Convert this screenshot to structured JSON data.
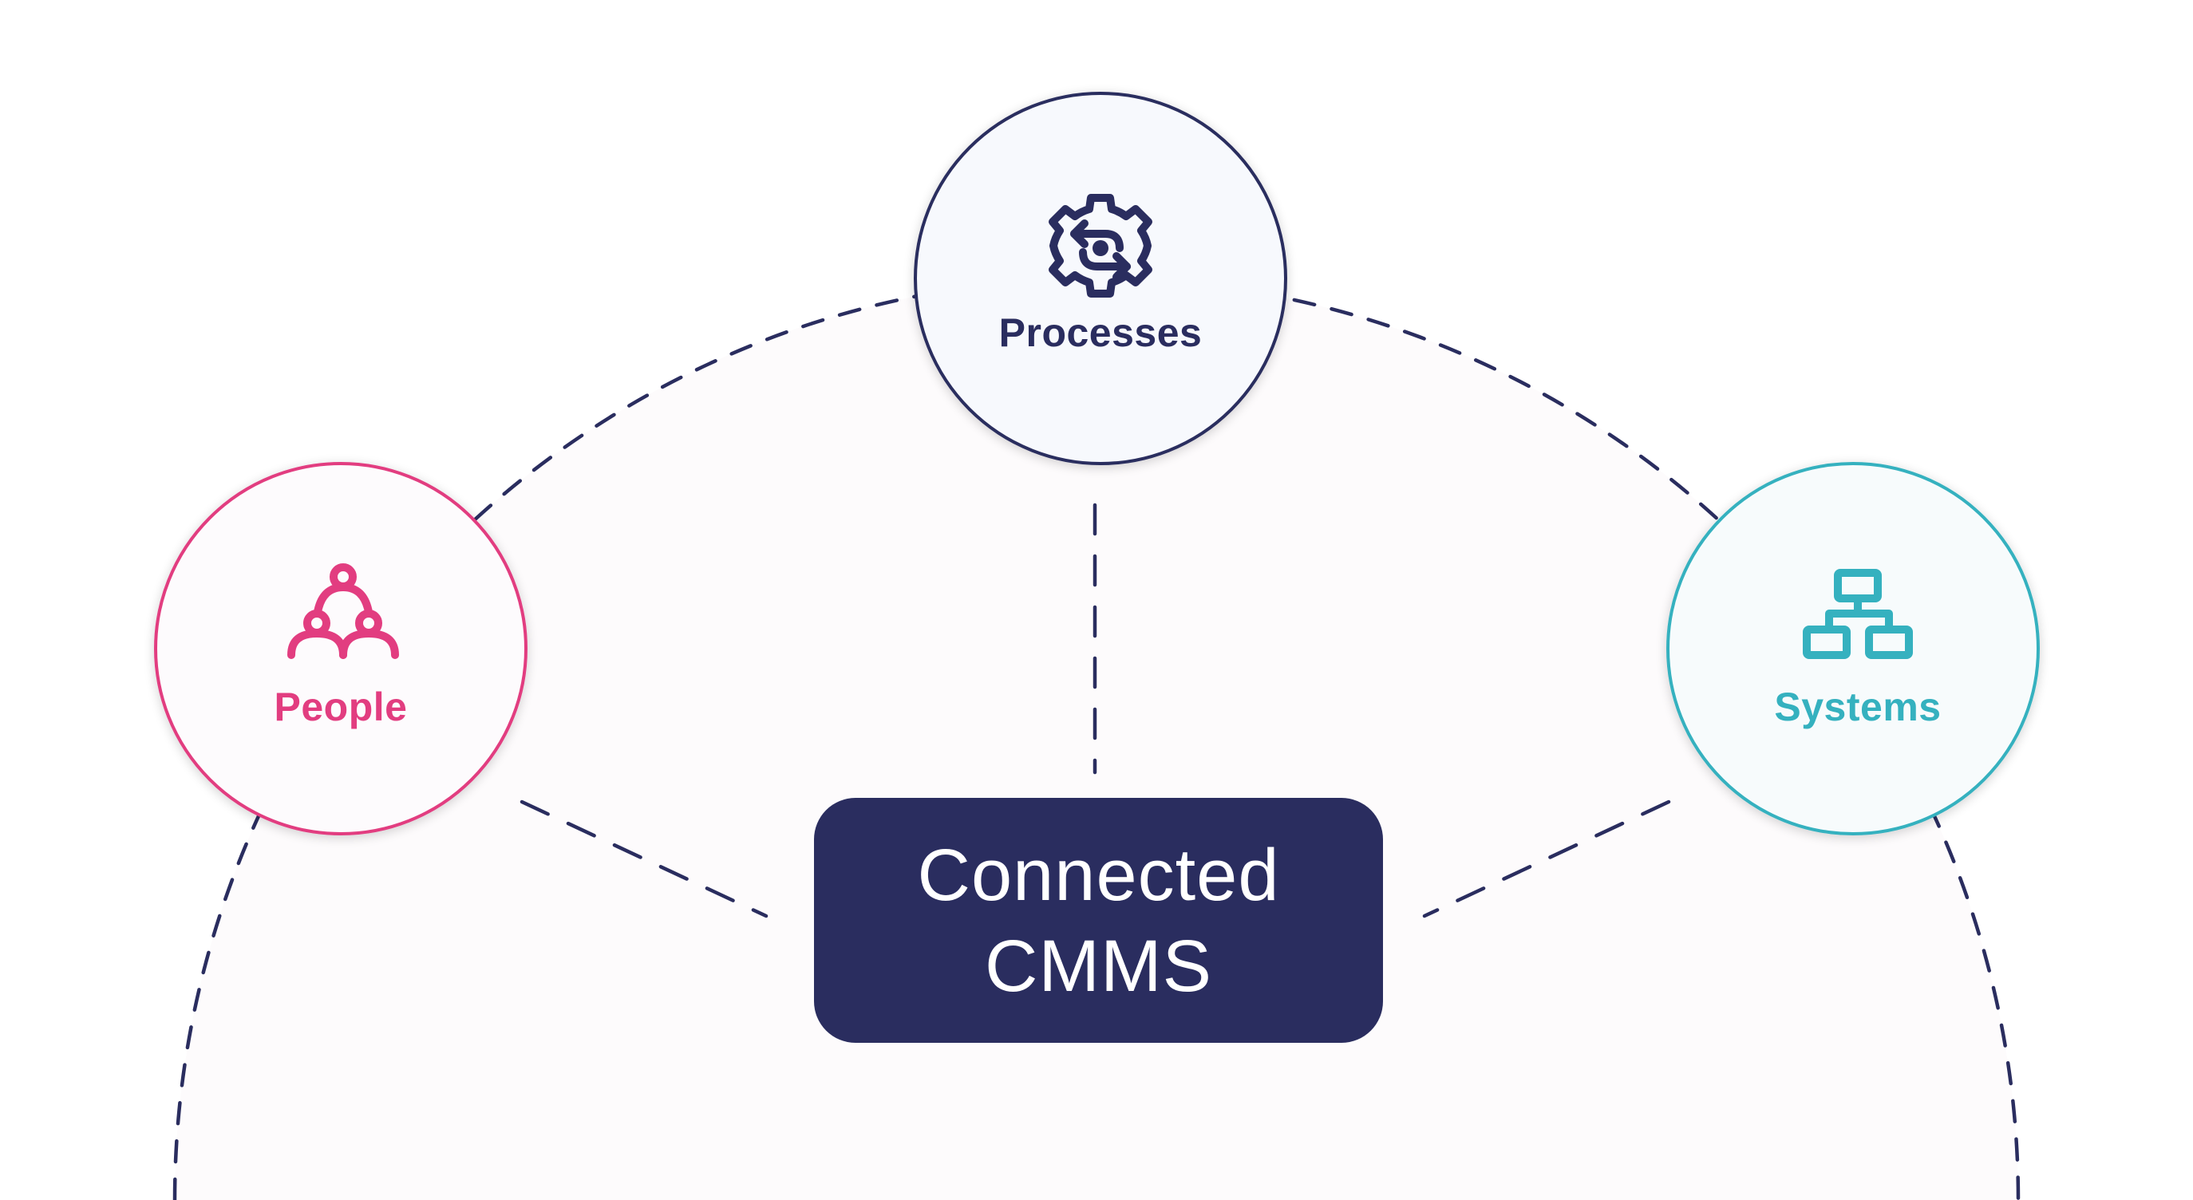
{
  "colors": {
    "navy": "#2a2d5f",
    "pink": "#e23d80",
    "teal": "#35b1bf",
    "background": "#ffffff",
    "arc_fill": "#fdfbfc",
    "processes_fill": "#f7f9fd",
    "people_fill": "#fdfbfd",
    "systems_fill": "#f7fbfc",
    "core_text": "#ffffff"
  },
  "nodes": {
    "processes": {
      "label": "Processes",
      "icon": "gear-cycle-icon"
    },
    "people": {
      "label": "People",
      "icon": "group-people-icon"
    },
    "systems": {
      "label": "Systems",
      "icon": "org-hierarchy-icon"
    }
  },
  "core": {
    "line1": "Connected",
    "line2": "CMMS"
  }
}
